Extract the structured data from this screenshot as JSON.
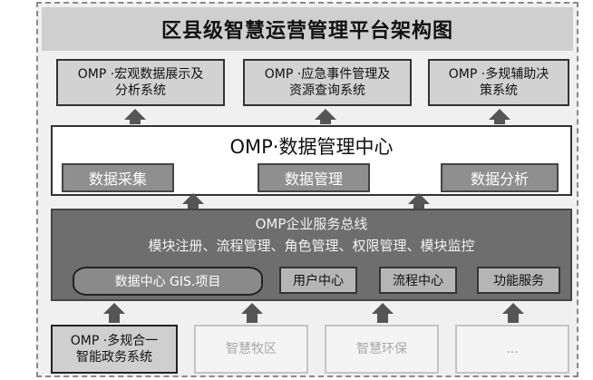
{
  "title": "区县级智慧运营管理平台架构图",
  "top_systems": [
    {
      "line1": "OMP ·宏观数据展示及",
      "line2": "分析系统"
    },
    {
      "line1": "OMP ·应急事件管理及",
      "line2": "资源查询系统"
    },
    {
      "line1": "OMP ·多规辅助决",
      "line2": "策系统"
    }
  ],
  "data_center": {
    "title": "OMP·数据管理中心",
    "items": [
      "数据采集",
      "数据管理",
      "数据分析"
    ]
  },
  "service_bus": {
    "title": "OMP企业服务总线",
    "modules": "模块注册、流程管理、角色管理、权限管理、模块监控",
    "cylinder": "数据中心 GIS.项目",
    "items": [
      "用户中心",
      "流程中心",
      "功能服务"
    ]
  },
  "bottom_systems": [
    {
      "line1": "OMP ·多规合一",
      "line2": "智能政务系统"
    },
    {
      "line1": "智慧牧区",
      "line2": ""
    },
    {
      "line1": "智慧环保",
      "line2": ""
    },
    {
      "line1": "...",
      "line2": ""
    }
  ],
  "colors": {
    "title_bg": "#cfcfcf",
    "bus_bg": "#6e6e6e",
    "sub_box_bg": "#8f8f8f",
    "arrow": "#555555"
  }
}
